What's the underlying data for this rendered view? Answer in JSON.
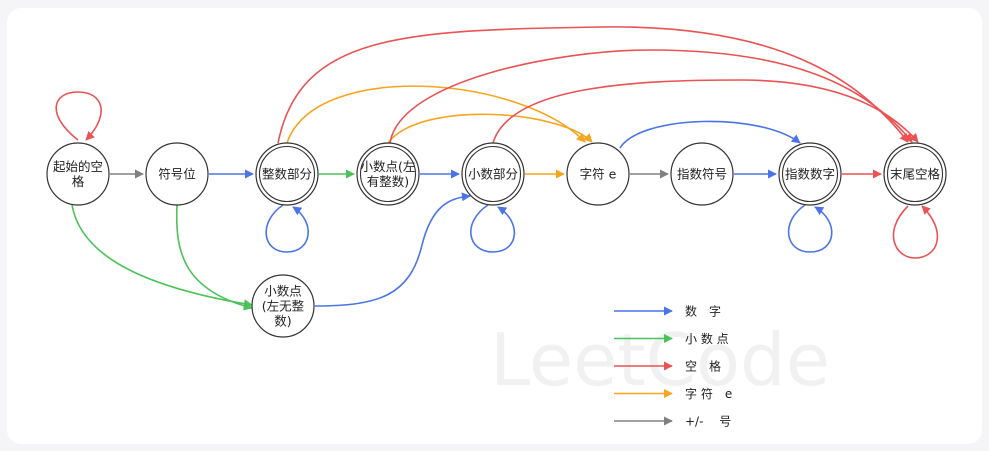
{
  "colors": {
    "digit": "#4a74e8",
    "dot": "#4cc25a",
    "space": "#ea5253",
    "e": "#f6a51f",
    "sign": "#808080"
  },
  "watermark": "LeetCode",
  "nodes": [
    {
      "id": "start",
      "lines": [
        "起始的空",
        "格"
      ],
      "double": false
    },
    {
      "id": "sign",
      "lines": [
        "符号位"
      ],
      "double": false
    },
    {
      "id": "integer",
      "lines": [
        "整数部分"
      ],
      "double": true
    },
    {
      "id": "point_with_int",
      "lines": [
        "小数点(左",
        "有整数)"
      ],
      "double": true
    },
    {
      "id": "fraction",
      "lines": [
        "小数部分"
      ],
      "double": true
    },
    {
      "id": "exp_char",
      "lines": [
        "字符 e"
      ],
      "double": false
    },
    {
      "id": "exp_sign",
      "lines": [
        "指数符号"
      ],
      "double": false
    },
    {
      "id": "exp_number",
      "lines": [
        "指数数字"
      ],
      "double": true
    },
    {
      "id": "end",
      "lines": [
        "末尾空格"
      ],
      "double": true
    },
    {
      "id": "point_without_int",
      "lines": [
        "小数点",
        "(左无整",
        "数)"
      ],
      "double": false
    }
  ],
  "legend": [
    {
      "type": "digit",
      "label": "数　字"
    },
    {
      "type": "dot",
      "label": "小 数 点"
    },
    {
      "type": "space",
      "label": "空　格"
    },
    {
      "type": "e",
      "label": "字 符　e"
    },
    {
      "type": "sign",
      "label": "+/-　 号"
    }
  ]
}
